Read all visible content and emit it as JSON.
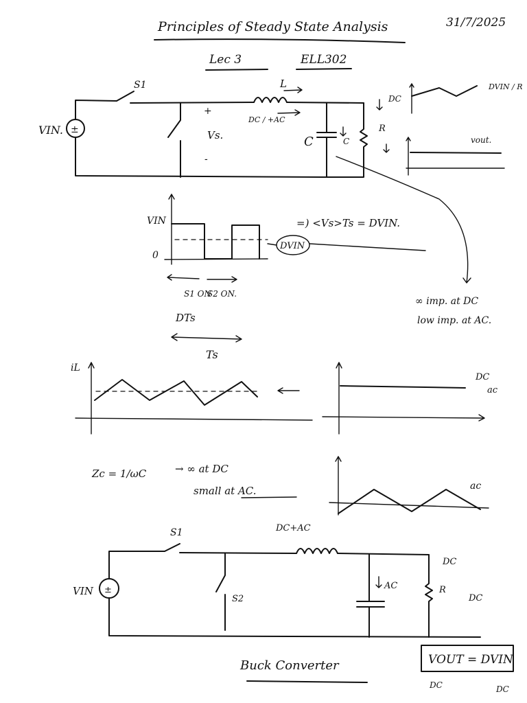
{
  "header": {
    "title": "Principles of Steady State Analysis",
    "date": "31/7/2025",
    "lecture": "Lec 3",
    "course": "ELL302"
  },
  "circuit1": {
    "vin": "VIN.",
    "switch": "S1",
    "inductor": "L",
    "vs": "Vs.",
    "plus": "+",
    "minus": "-",
    "dc_ac": "DC / +AC",
    "capacitor": "C",
    "cap_current": "C",
    "resistor": "R",
    "dc": "DC",
    "dvin_r": "DVIN / R",
    "vout": "vout."
  },
  "waveform": {
    "vin": "VIN",
    "zero": "0",
    "avg_eq": "=) <Vs>Ts = DVIN.",
    "dvin": "DVIN",
    "s1_on": "S1 ON",
    "s2_on": "S2 ON.",
    "dts": "DTs",
    "ts": "Ts"
  },
  "notes": {
    "infinite": "∞ imp. at DC",
    "low": "low imp. at AC."
  },
  "current": {
    "il": "iL",
    "dc": "DC",
    "ac": "ac"
  },
  "impedance": {
    "formula": "Zc = 1/ωC",
    "line1": "→ ∞ at DC",
    "line2": "small at AC."
  },
  "buck": {
    "vin": "VIN",
    "s1": "S1",
    "s2": "S2",
    "dc_ac": "DC+AC",
    "ac": "AC",
    "r": "R",
    "dc1": "DC",
    "dc2": "DC",
    "vout_eq": "VOUT = DVIN",
    "dc_bottom": "DC",
    "dc_bottom2": "DC",
    "caption": "Buck Converter"
  }
}
